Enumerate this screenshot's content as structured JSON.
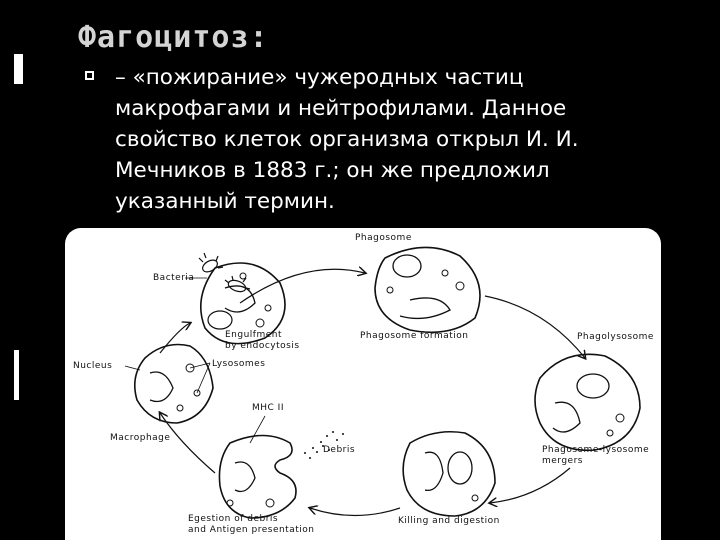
{
  "slide": {
    "title": "Фагоцитоз:",
    "bullet_lines": [
      "– «пожирание» чужеродных частиц",
      "макрофагами и нейтрофилами. Данное",
      "свойство клеток организма открыл И. И.",
      "Мечников в 1883 г.; он же предложил",
      "указанный термин."
    ]
  },
  "diagram": {
    "labels": {
      "phagosome": "Phagosome",
      "bacteria": "Bacteria",
      "engulfment_1": "Engulfment",
      "engulfment_2": "by endocytosis",
      "phagosome_formation": "Phagosome formation",
      "phagolysosome": "Phagolysosome",
      "nucleus": "Nucleus",
      "lysosomes": "Lysosomes",
      "mhc": "MHC II",
      "macrophage": "Macrophage",
      "debris": "Debris",
      "mergers_1": "Phagosome-lysosome",
      "mergers_2": "mergers",
      "egestion_1": "Egestion of debris",
      "egestion_2": "and Antigen presentation",
      "killing": "Killing and digestion"
    }
  }
}
